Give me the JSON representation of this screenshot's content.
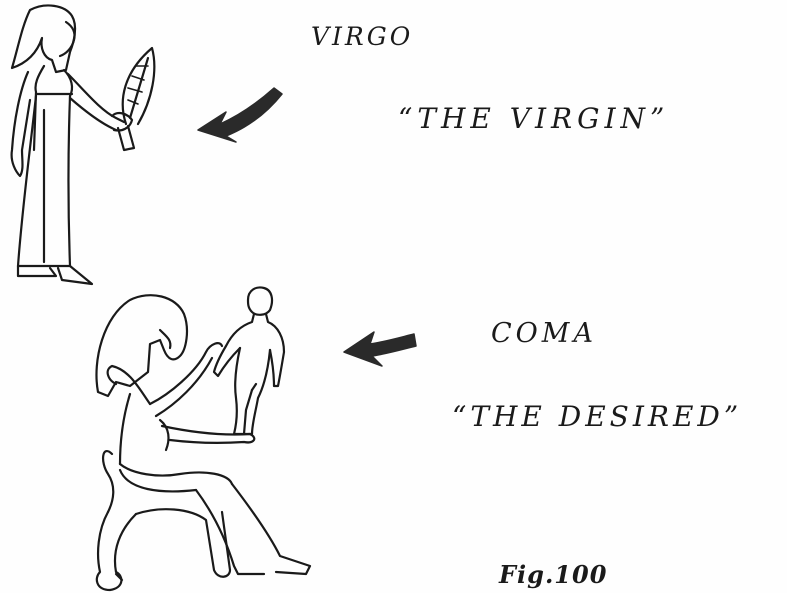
{
  "labels": {
    "virgo": "VIRGO",
    "virgin": "“THE VIRGIN”",
    "coma": "COMA",
    "desired": "“THE DESIRED”",
    "figure": "Fig.100"
  },
  "ink_color": "#1a1a1a"
}
